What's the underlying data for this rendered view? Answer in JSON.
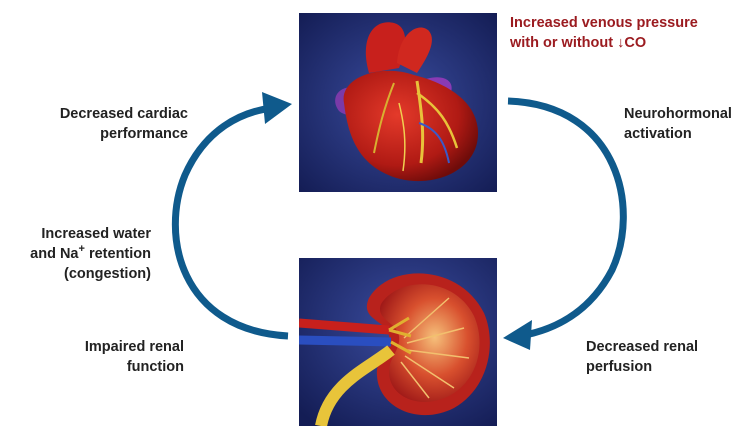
{
  "labels": {
    "venous_line1": "Increased venous pressure",
    "venous_line2": "with or without ↓CO",
    "neuro_line1": "Neurohormonal",
    "neuro_line2": "activation",
    "perfusion_line1": "Decreased renal",
    "perfusion_line2": "perfusion",
    "renal_line1": "Impaired renal",
    "renal_line2": "function",
    "water_line1": "Increased water",
    "water_line2_pre": "and Na",
    "water_line2_sup": "+",
    "water_line2_post": " retention",
    "water_line3": "(congestion)",
    "cardiac_line1": "Decreased cardiac",
    "cardiac_line2": "performance"
  },
  "colors": {
    "arrow": "#0f5a8c",
    "highlight_text": "#9b1b20",
    "text": "#222222",
    "image_background": "#1d2a6e"
  },
  "images": {
    "top": "heart-illustration",
    "bottom": "kidney-illustration"
  }
}
